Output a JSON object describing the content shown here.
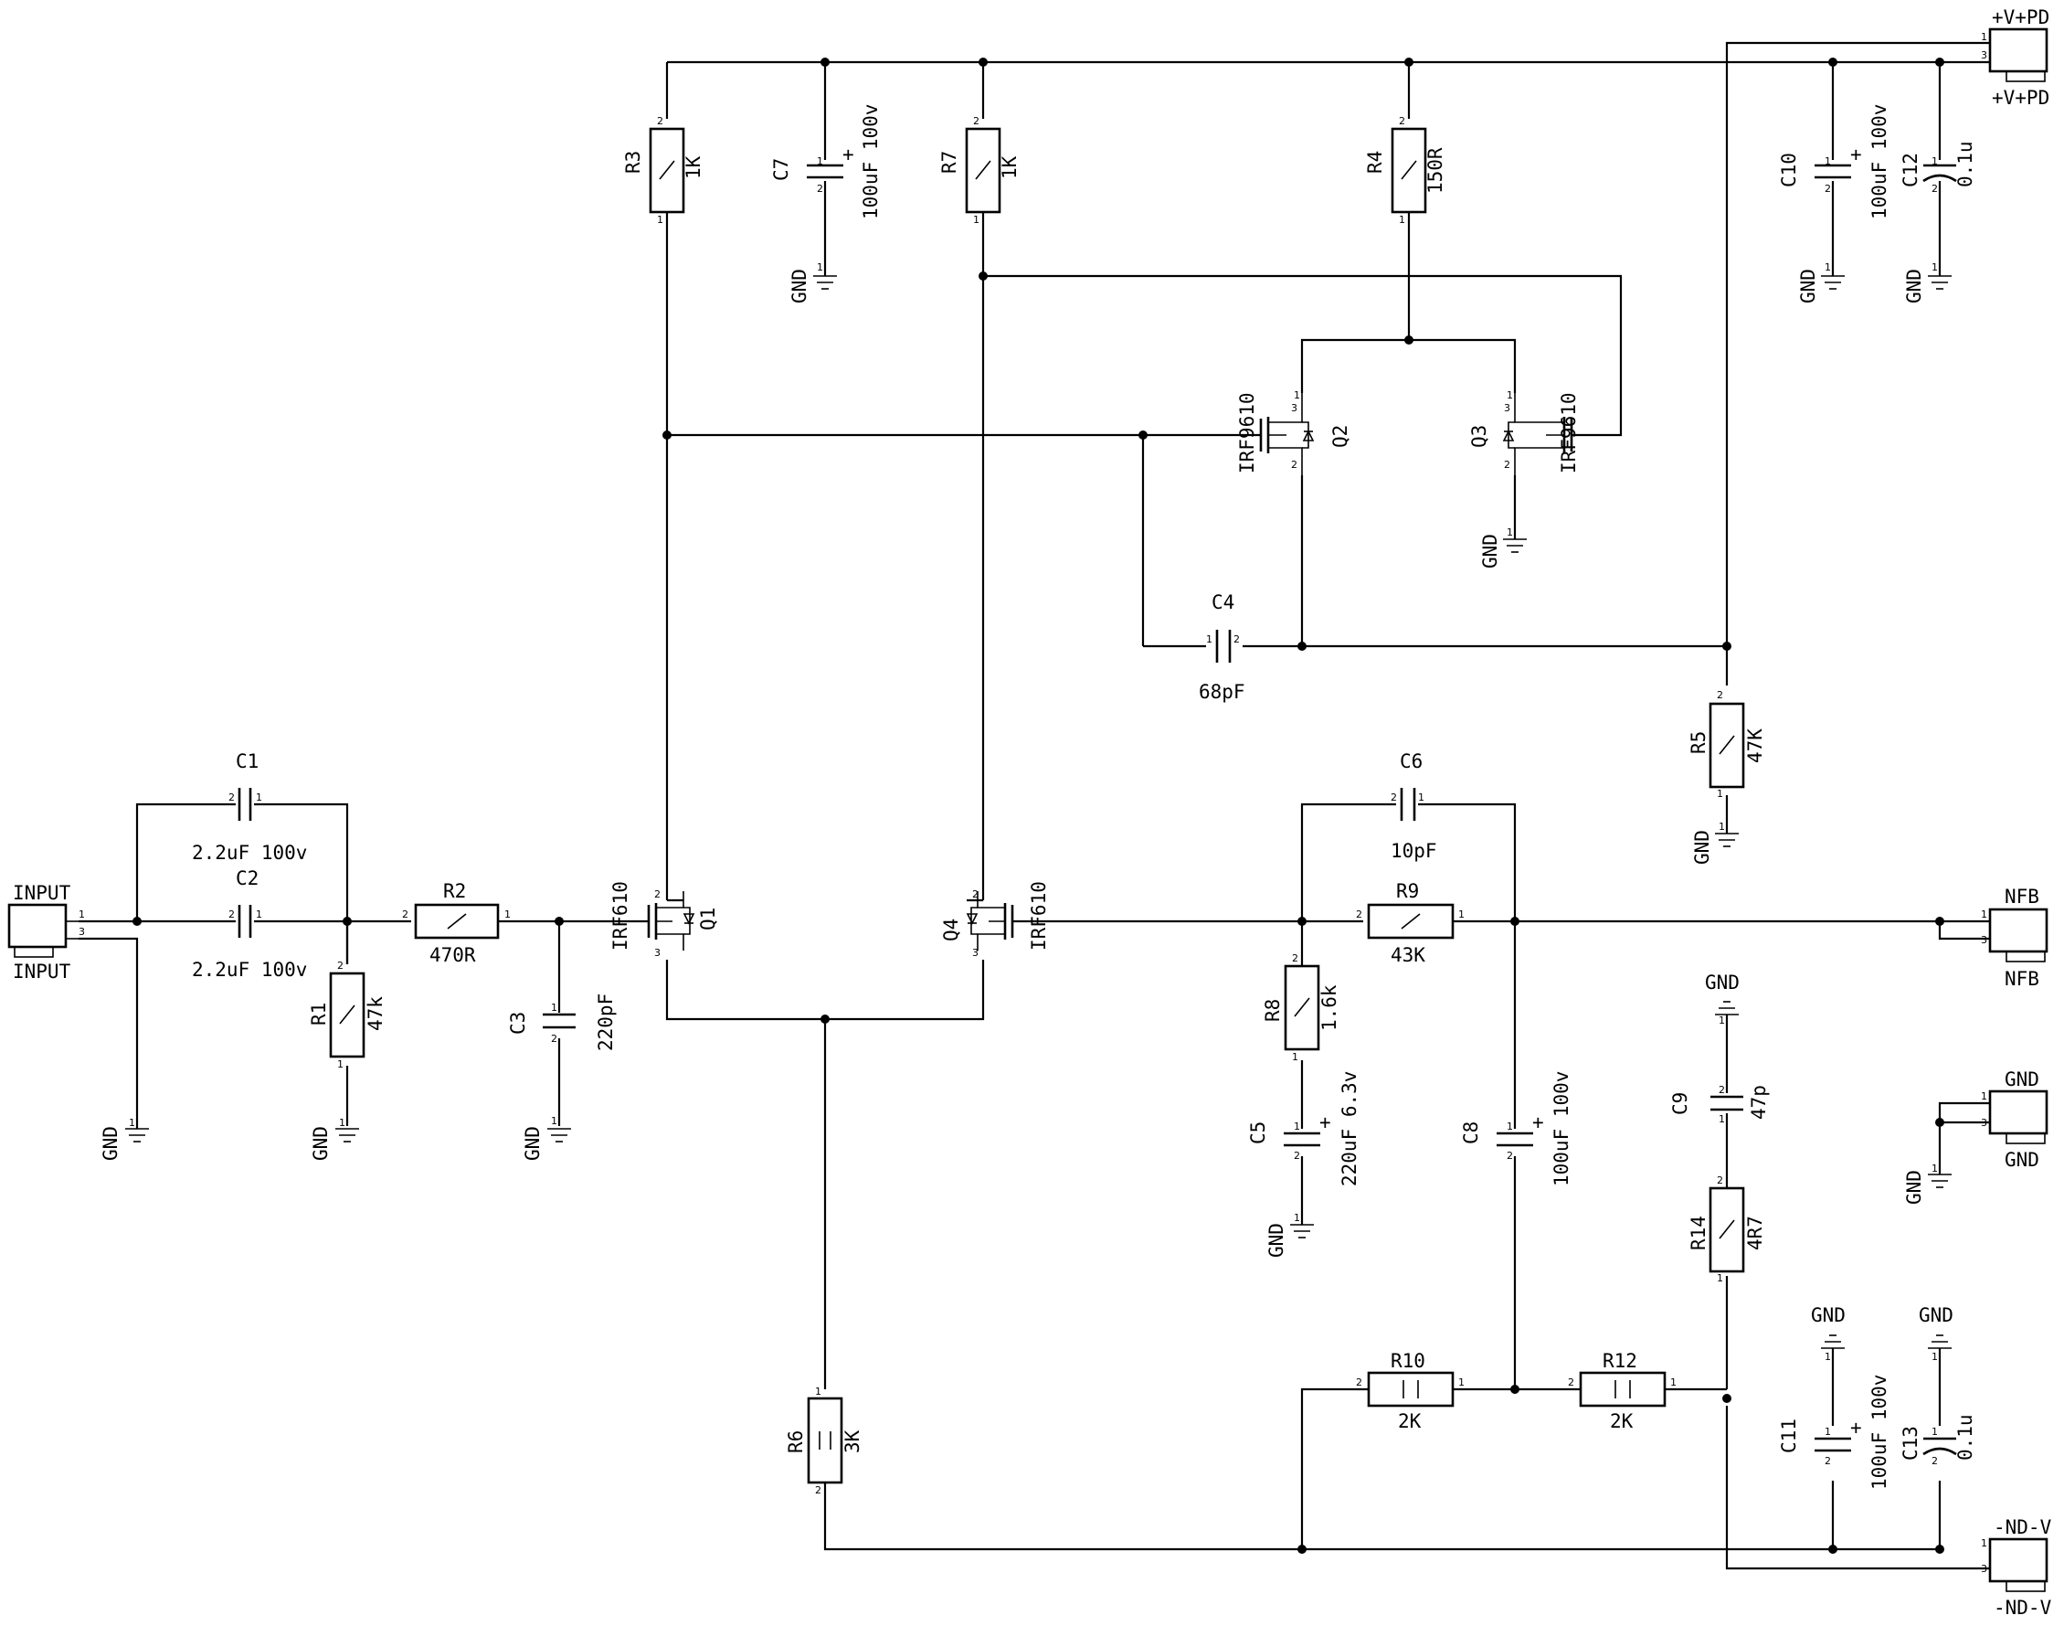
{
  "components": {
    "R1": {
      "ref": "R1",
      "value": "47k"
    },
    "R2": {
      "ref": "R2",
      "value": "470R"
    },
    "R3": {
      "ref": "R3",
      "value": "1K"
    },
    "R4": {
      "ref": "R4",
      "value": "150R"
    },
    "R5": {
      "ref": "R5",
      "value": "47K"
    },
    "R6": {
      "ref": "R6",
      "value": "3K"
    },
    "R7": {
      "ref": "R7",
      "value": "1K"
    },
    "R8": {
      "ref": "R8",
      "value": "1.6k"
    },
    "R9": {
      "ref": "R9",
      "value": "43K"
    },
    "R10": {
      "ref": "R10",
      "value": "2K"
    },
    "R12": {
      "ref": "R12",
      "value": "2K"
    },
    "R14": {
      "ref": "R14",
      "value": "4R7"
    },
    "C1": {
      "ref": "C1",
      "value": "2.2uF 100v"
    },
    "C2": {
      "ref": "C2",
      "value": "2.2uF 100v"
    },
    "C3": {
      "ref": "C3",
      "value": "220pF"
    },
    "C4": {
      "ref": "C4",
      "value": "68pF"
    },
    "C5": {
      "ref": "C5",
      "value": "220uF 6.3v"
    },
    "C6": {
      "ref": "C6",
      "value": "10pF"
    },
    "C7": {
      "ref": "C7",
      "value": "100uF 100v"
    },
    "C8": {
      "ref": "C8",
      "value": "100uF 100v"
    },
    "C9": {
      "ref": "C9",
      "value": "47p"
    },
    "C10": {
      "ref": "C10",
      "value": "100uF 100v"
    },
    "C11": {
      "ref": "C11",
      "value": "100uF 100v"
    },
    "C12": {
      "ref": "C12",
      "value": "0.1u"
    },
    "C13": {
      "ref": "C13",
      "value": "0.1u"
    },
    "Q1": {
      "ref": "Q1",
      "value": "IRF610"
    },
    "Q2": {
      "ref": "Q2",
      "value": "IRF9610"
    },
    "Q3": {
      "ref": "Q3",
      "value": "IRF9610"
    },
    "Q4": {
      "ref": "Q4",
      "value": "IRF610"
    }
  },
  "connectors": {
    "input": {
      "top": "INPUT",
      "bottom": "INPUT"
    },
    "vpos": {
      "top": "+V+PD",
      "bottom": "+V+PD"
    },
    "nfb": {
      "top": "NFB",
      "bottom": "NFB"
    },
    "gnd": {
      "top": "GND",
      "bottom": "GND"
    },
    "vneg": {
      "top": "-ND-V",
      "bottom": "-ND-V"
    }
  },
  "gnd_label": "GND",
  "pin_labels": {
    "one": "1",
    "two": "2",
    "three": "3"
  }
}
